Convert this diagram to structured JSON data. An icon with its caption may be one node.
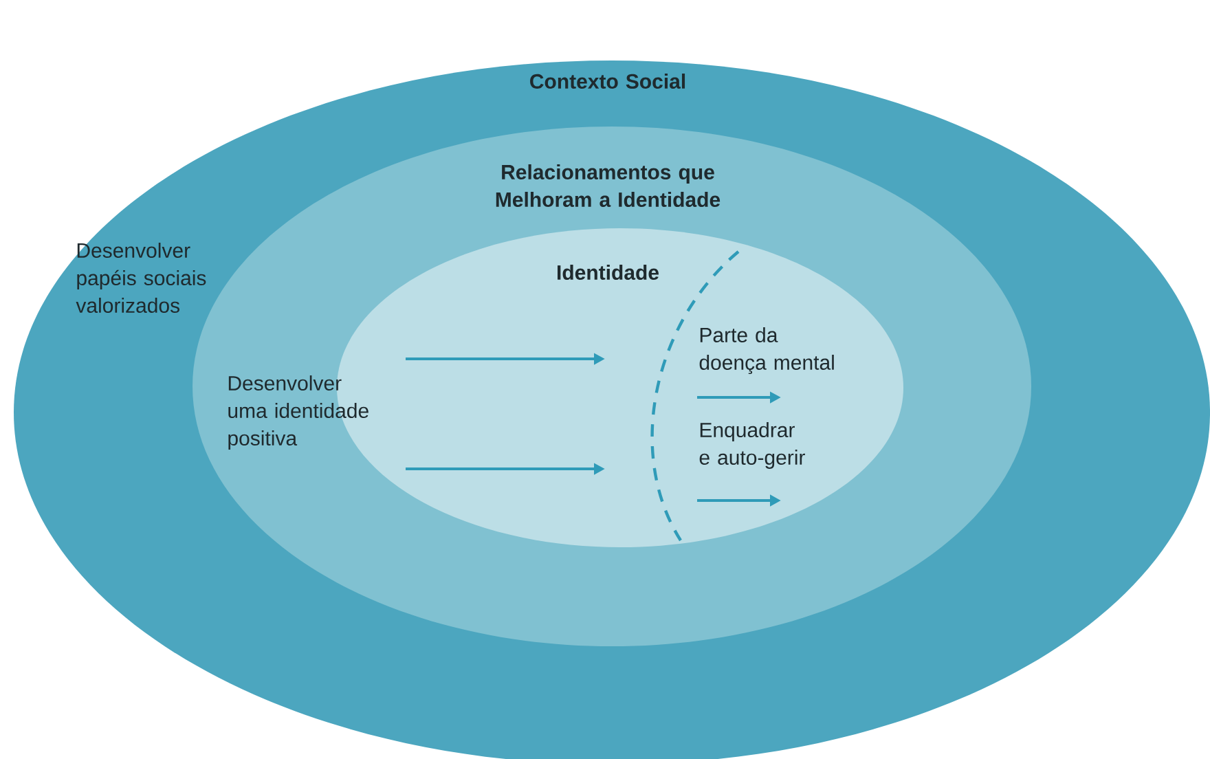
{
  "diagram": {
    "nodes": [
      {
        "text": [
          "Contexto Social",
          "Desenvolver papéis sociais valorizados"
        ]
      },
      {
        "text": [
          "Relacionamentos que Melhoram a Identidade",
          "Desenvolver uma identidade positiva"
        ],
        "in": 0
      },
      {
        "text": [
          "Identidade",
          "Parte da doença mental",
          "Enquadrar e auto-gerir"
        ],
        "in": 1
      }
    ]
  }
}
